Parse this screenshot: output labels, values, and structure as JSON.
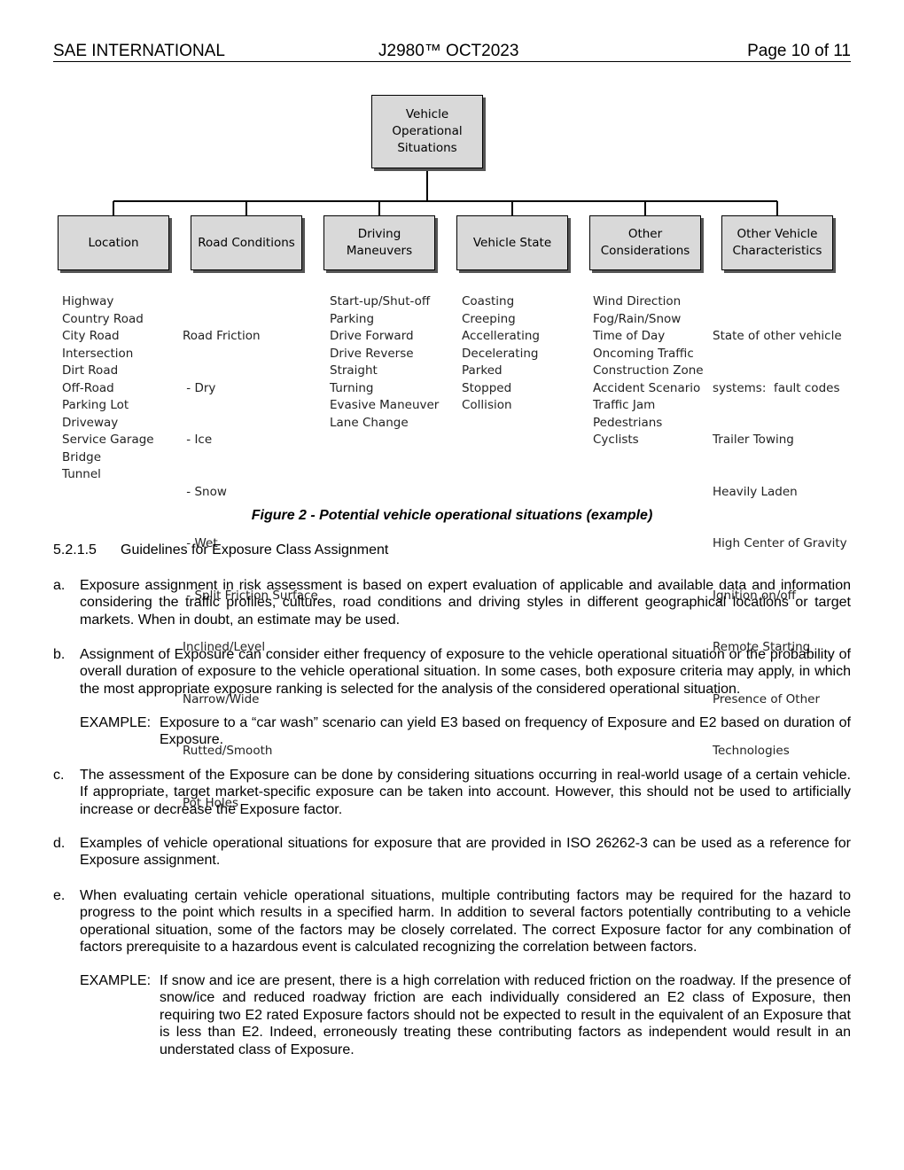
{
  "header": {
    "left": "SAE INTERNATIONAL",
    "center": "J2980™ OCT2023",
    "right": "Page 10 of 11"
  },
  "diagram": {
    "root": "Vehicle Operational Situations",
    "categories": [
      {
        "title": "Location",
        "items": [
          "Highway",
          "Country Road",
          "City Road",
          "Intersection",
          "Dirt Road",
          "Off-Road",
          "Parking Lot",
          "Driveway",
          "Service Garage",
          "Bridge",
          "Tunnel"
        ]
      },
      {
        "title": "Road Conditions",
        "items": [
          "Road Friction",
          " - Dry",
          " - Ice",
          " - Snow",
          " - Wet",
          " - Split Friction Surface",
          "Inclined/Level",
          "Narrow/Wide",
          "Rutted/Smooth",
          "Pot Holes"
        ]
      },
      {
        "title": "Driving Maneuvers",
        "items": [
          "Start-up/Shut-off",
          "Parking",
          "Drive Forward",
          "Drive Reverse",
          "Straight",
          "Turning",
          "Evasive Maneuver",
          "Lane Change"
        ]
      },
      {
        "title": "Vehicle State",
        "items": [
          "Coasting",
          "Creeping",
          "Accellerating",
          "Decelerating",
          "Parked",
          "Stopped",
          "Collision"
        ]
      },
      {
        "title": "Other Considerations",
        "items": [
          "Wind Direction",
          "Fog/Rain/Snow",
          "Time of Day",
          "Oncoming Traffic",
          "Construction Zone",
          "Accident Scenario",
          "Traffic Jam",
          "Pedestrians",
          "Cyclists"
        ]
      },
      {
        "title": "Other Vehicle Characteristics",
        "items": [
          "State of other vehicle",
          "systems:  fault codes",
          "Trailer Towing",
          "Heavily Laden",
          "High Center of Gravity",
          "Ignition on/off",
          "Remote Starting",
          "Presence of Other",
          "Technologies"
        ]
      }
    ]
  },
  "caption": "Figure 2 - Potential vehicle operational situations (example)",
  "section": {
    "number": "5.2.1.5",
    "title": "Guidelines for Exposure Class Assignment"
  },
  "items": {
    "a": {
      "label": "a.",
      "text": "Exposure assignment in risk assessment is based on expert evaluation of applicable and available data and information considering the traffic profiles, cultures, road conditions and driving styles in different geographical locations or target markets. When in doubt, an estimate may be used."
    },
    "b": {
      "label": "b.",
      "text": "Assignment of Exposure can consider either frequency of exposure to the vehicle operational situation or the probability of overall duration of exposure to the vehicle operational situation. In some cases, both exposure criteria may apply, in which the most appropriate exposure ranking is selected for the analysis of the considered operational situation."
    },
    "example1": {
      "label": "EXAMPLE:",
      "text": "Exposure to a “car wash” scenario can yield E3 based on frequency of Exposure and E2 based on duration of Exposure."
    },
    "c": {
      "label": "c.",
      "text": "The assessment of the Exposure can be done by considering situations occurring in real-world usage of a certain vehicle. If appropriate, target market-specific exposure can be taken into account. However, this should not be used to artificially increase or decrease the Exposure factor."
    },
    "d": {
      "label": "d.",
      "text": "Examples of vehicle operational situations for exposure that are provided in ISO 26262-3 can be used as a reference for Exposure assignment."
    },
    "e": {
      "label": "e.",
      "text": "When evaluating certain vehicle operational situations, multiple contributing factors may be required for the hazard to progress to the point which results in a specified harm. In addition to several factors potentially contributing to a vehicle operational situation, some of the factors may be closely correlated. The correct Exposure factor for any combination of factors prerequisite to a hazardous event is calculated recognizing the correlation between factors."
    },
    "example2": {
      "label": "EXAMPLE:",
      "text": "If snow and ice are present, there is a high correlation with reduced friction on the roadway. If the presence of snow/ice and reduced roadway friction are each individually considered an E2 class of Exposure, then requiring two E2 rated Exposure factors should not be expected to result in the equivalent of an Exposure that is less than E2. Indeed, erroneously treating these contributing factors as independent would result in an understated class of Exposure."
    }
  }
}
